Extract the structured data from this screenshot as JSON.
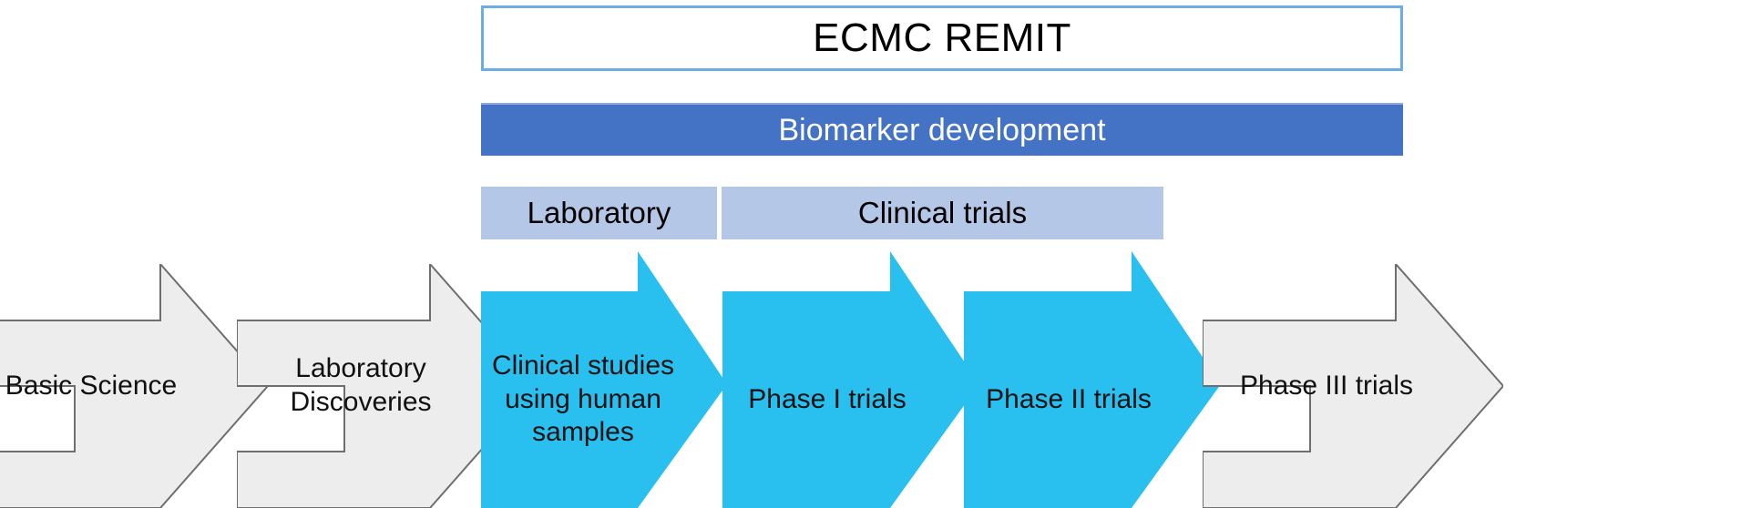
{
  "header": {
    "title": "ECMC REMIT",
    "border_color": "#6BAEE4",
    "background": "#FFFFFF"
  },
  "biomarker": {
    "label": "Biomarker development",
    "fill_color": "#4472C4",
    "text_color": "#FFFFFF"
  },
  "bands": [
    {
      "label": "Laboratory",
      "fill_color": "#B4C7E7"
    },
    {
      "label": "Clinical trials",
      "fill_color": "#B4C7E7"
    }
  ],
  "pipeline": {
    "arrows": [
      {
        "label": "Basic Science",
        "style": "grey",
        "fill_color": "#EDEDED",
        "outline_color": "#7F7F7F"
      },
      {
        "label": "Laboratory\nDiscoveries",
        "style": "grey",
        "fill_color": "#EDEDED",
        "outline_color": "#7F7F7F"
      },
      {
        "label": "Clinical studies\nusing human\nsamples",
        "style": "cyan",
        "fill_color": "#29C0F0",
        "outline_color": "none"
      },
      {
        "label": "Phase I trials",
        "style": "cyan",
        "fill_color": "#29C0F0",
        "outline_color": "none"
      },
      {
        "label": "Phase II trials",
        "style": "cyan",
        "fill_color": "#29C0F0",
        "outline_color": "none"
      },
      {
        "label": "Phase III trials",
        "style": "grey",
        "fill_color": "#EDEDED",
        "outline_color": "#7F7F7F"
      }
    ]
  }
}
